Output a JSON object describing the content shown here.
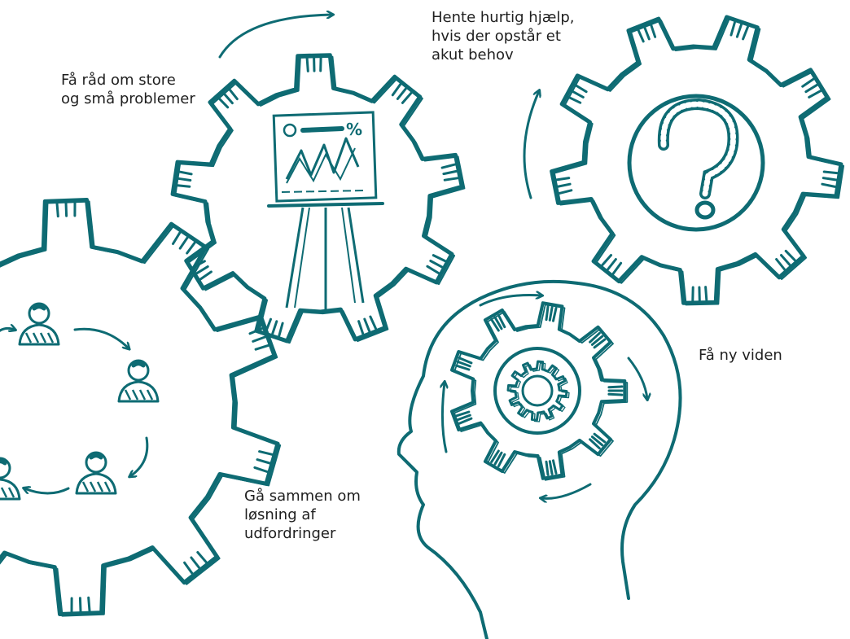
{
  "colors": {
    "ink": "#0e6b73",
    "text": "#1f1f1f",
    "background": "#ffffff"
  },
  "captions": {
    "advice": [
      "Få råd om store",
      "og små problemer"
    ],
    "help": [
      "Hente hurtig hjælp,",
      "hvis der opstår et",
      "akut behov"
    ],
    "knowledge": [
      "Få ny viden"
    ],
    "together": [
      "Gå sammen om",
      "løsning af",
      "udfordringer"
    ]
  },
  "icons": {
    "advice": "presentation-easel-icon",
    "help": "question-mark-icon",
    "knowledge": "head-with-gear-icon",
    "together": "people-cycle-icon"
  }
}
